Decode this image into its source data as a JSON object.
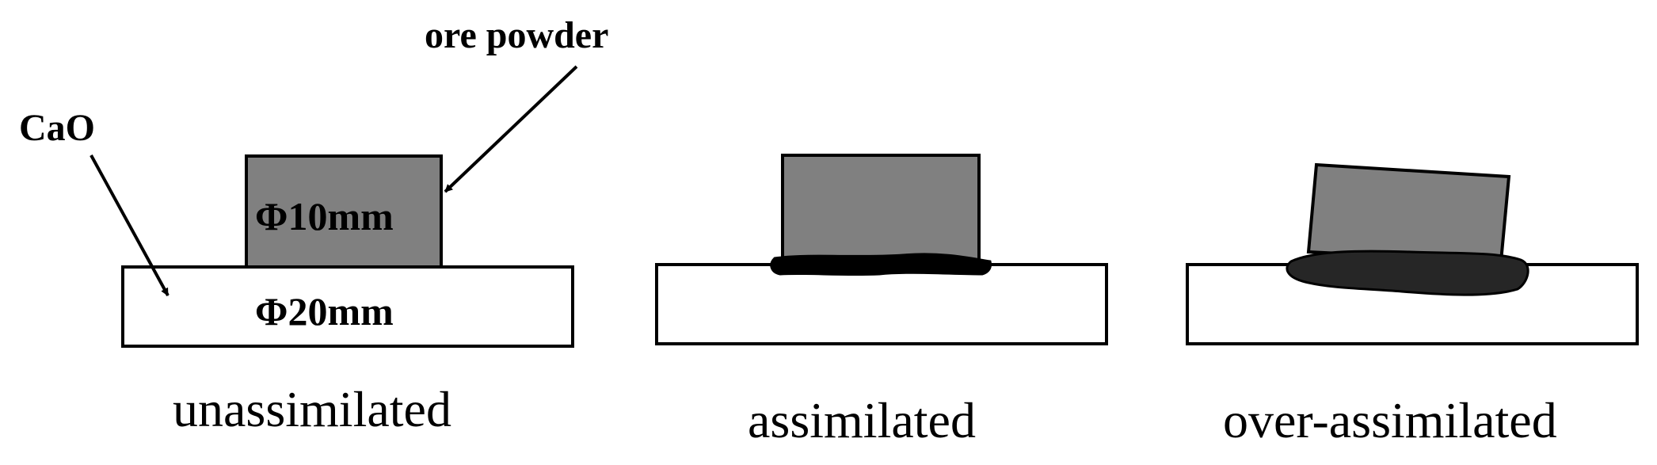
{
  "labels": {
    "ore_powder": "ore powder",
    "cao": "CaO",
    "phi_sample": "Φ10mm",
    "phi_substrate": "Φ20mm"
  },
  "captions": {
    "unassimilated": "unassimilated",
    "assimilated": "assimilated",
    "over_assimilated": "over-assimilated"
  },
  "colors": {
    "ore_sample": "#808080",
    "substrate": "#ffffff",
    "melt_layer_thin": "#000000",
    "melt_layer_thick": "#262626",
    "outline": "#000000"
  }
}
